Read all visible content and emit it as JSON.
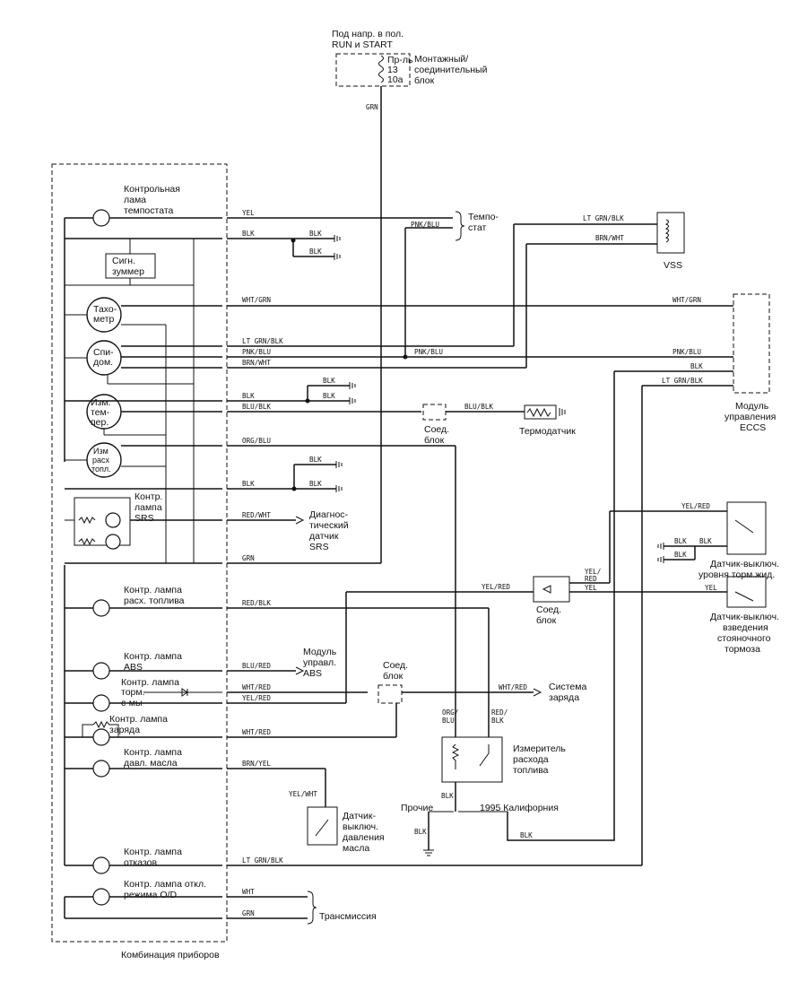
{
  "fuse": {
    "power_note_l1": "Под напр. в пол.",
    "power_note_l2": "RUN и START",
    "fuse_l1": "Пр-ль",
    "fuse_l2": "13",
    "fuse_l3": "10a",
    "block_l1": "Монтажный/",
    "block_l2": "соединительный",
    "block_l3": "блок",
    "feed_wire": "GRN"
  },
  "cluster": {
    "caption": "Комбинация приборов",
    "temp_lamp_l1": "Контрольная",
    "temp_lamp_l2": "лама",
    "temp_lamp_l3": "темпостата",
    "buzzer_l1": "Сигн.",
    "buzzer_l2": "зуммер",
    "tach_l1": "Тахо-",
    "tach_l2": "метр",
    "speedo_l1": "Спи-",
    "speedo_l2": "дом.",
    "tempg_l1": "Изм.",
    "tempg_l2": "тем-",
    "tempg_l3": "пер.",
    "fuelg_l1": "Изм",
    "fuelg_l2": "расх",
    "fuelg_l3": "топл.",
    "srs_l1": "Контр.",
    "srs_l2": "лампа",
    "srs_l3": "SRS",
    "fuel_lamp_l1": "Контр. лампа",
    "fuel_lamp_l2": "расх. топлива",
    "abs_lamp_l1": "Контр. лампа",
    "abs_lamp_l2": "ABS",
    "brake_lamp_l1": "Контр. лампа",
    "brake_lamp_l2": "торм.",
    "brake_lamp_l3": "с-мы",
    "charge_lamp_l1": "Контр. лампа",
    "charge_lamp_l2": "заряда",
    "oil_lamp_l1": "Контр. лампа",
    "oil_lamp_l2": "давл. масла",
    "fail_lamp_l1": "Контр. лампа",
    "fail_lamp_l2": "отказов",
    "od_lamp_l1": "Контр. лампа откл.",
    "od_lamp_l2": "режима O/D"
  },
  "wires": {
    "yel": "YEL",
    "blk": "BLK",
    "pnk_blu": "PNK/BLU",
    "lt_grn_blk": "LT GRN/BLK",
    "brn_wht": "BRN/WHT",
    "wht_grn": "WHT/GRN",
    "blu_blk": "BLU/BLK",
    "org_blu": "ORG/BLU",
    "red_wht": "RED/WHT",
    "grn": "GRN",
    "red_blk": "RED/BLK",
    "blu_red": "BLU/RED",
    "wht_red": "WHT/RED",
    "yel_red": "YEL/RED",
    "brn_yel": "BRN/YEL",
    "yel_wht": "YEL/WHT",
    "wht": "WHT",
    "org_l1": "ORG/",
    "org_l2": "BLU",
    "red_l1": "RED/",
    "red_l2": "BLK",
    "yel_l1": "YEL/",
    "yel_l2": "RED"
  },
  "components": {
    "thermostat_l1": "Темпо-",
    "thermostat_l2": "стат",
    "vss": "VSS",
    "eccs_l1": "Модуль",
    "eccs_l2": "управления",
    "eccs_l3": "ECCS",
    "conn_l1": "Соед.",
    "conn_l2": "блок",
    "temp_sensor": "Термодатчик",
    "srs_diag_l1": "Диагнос-",
    "srs_diag_l2": "тический",
    "srs_diag_l3": "датчик",
    "srs_diag_l4": "SRS",
    "brake_fluid_l1": "Датчик-выключ.",
    "brake_fluid_l2": "уровня торм.жид.",
    "park_brake_l1": "Датчик-выключ.",
    "park_brake_l2": "взведения",
    "park_brake_l3": "стояночного",
    "park_brake_l4": "тормоза",
    "abs_module_l1": "Модуль",
    "abs_module_l2": "управл.",
    "abs_module_l3": "ABS",
    "charging_l1": "Система",
    "charging_l2": "заряда",
    "fuel_meter_l1": "Измеритель",
    "fuel_meter_l2": "расхода",
    "fuel_meter_l3": "топлива",
    "oil_switch_l1": "Датчик-",
    "oil_switch_l2": "выключ.",
    "oil_switch_l3": "давления",
    "oil_switch_l4": "масла",
    "other": "Прочие",
    "california": "1995 Калифорния",
    "transmission": "Трансмиссия"
  }
}
